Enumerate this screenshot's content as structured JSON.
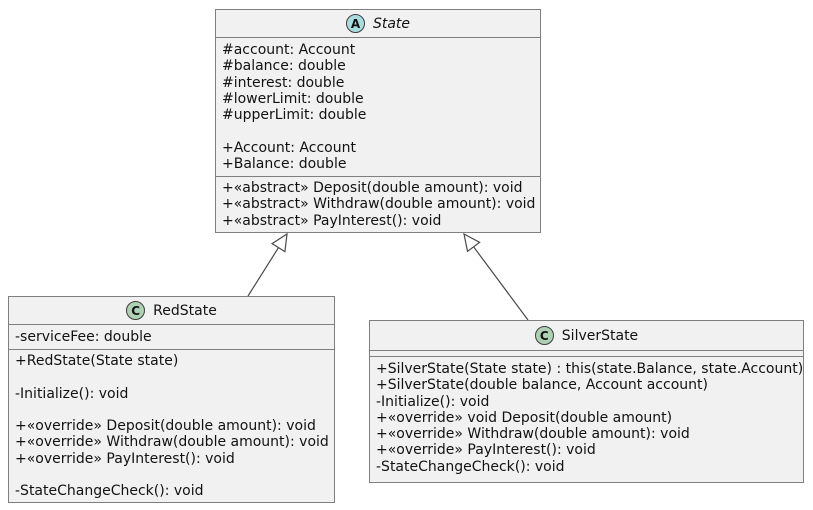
{
  "classes": [
    {
      "title": "State",
      "spot_letter": "A",
      "spot_kind": "abstract",
      "fields": [
        "#account: Account",
        "#balance: double",
        "#interest: double",
        "#lowerLimit: double",
        "#upperLimit: double",
        "",
        "+Account: Account",
        "+Balance: double"
      ],
      "methods": [
        "+«abstract» Deposit(double amount): void",
        "+«abstract» Withdraw(double amount): void",
        "+«abstract» PayInterest(): void"
      ]
    },
    {
      "title": "RedState",
      "spot_letter": "C",
      "spot_kind": "class",
      "fields": [
        "-serviceFee: double"
      ],
      "methods": [
        "+RedState(State state)",
        "",
        "-Initialize(): void",
        "",
        "+«override» Deposit(double amount): void",
        "+«override» Withdraw(double amount): void",
        "+«override» PayInterest(): void",
        "",
        "-StateChangeCheck(): void"
      ]
    },
    {
      "title": "SilverState",
      "spot_letter": "C",
      "spot_kind": "class",
      "fields": [],
      "methods": [
        "+SilverState(State state) : this(state.Balance, state.Account)",
        "+SilverState(double balance, Account account)",
        "-Initialize(): void",
        "+«override» void Deposit(double amount)",
        "+«override» Withdraw(double amount): void",
        "+«override» PayInterest(): void",
        "-StateChangeCheck(): void"
      ]
    }
  ],
  "relations": [
    {
      "from": "RedState",
      "to": "State",
      "type": "inheritance"
    },
    {
      "from": "SilverState",
      "to": "State",
      "type": "inheritance"
    }
  ],
  "colors": {
    "background": "#ffffff",
    "box_fill": "#f1f1f1",
    "box_border": "#7f7f7f",
    "abstract_spot_fill": "#a9dcdf",
    "class_spot_fill": "#add1b2",
    "spot_border": "#3d3d3d",
    "arrow_stroke": "#4a4a4a",
    "text": "#121212"
  }
}
